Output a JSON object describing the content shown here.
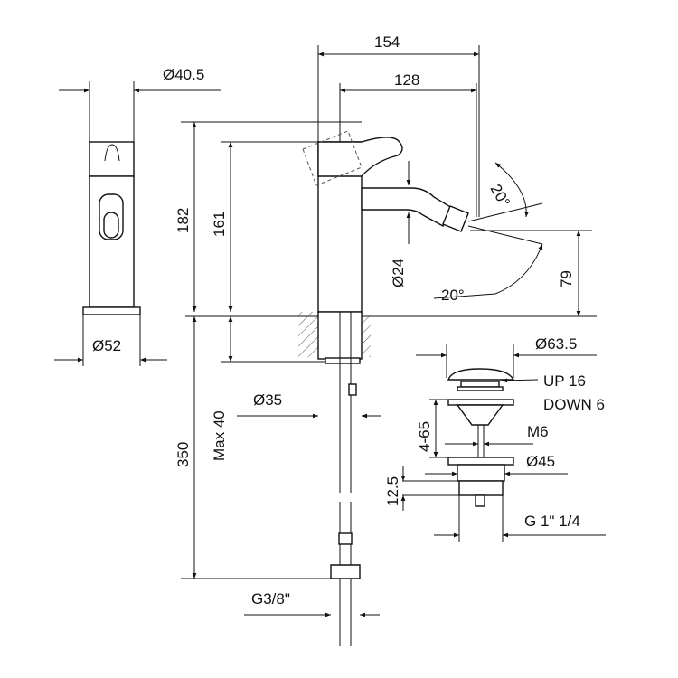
{
  "title": "Bidet mixer technical drawing",
  "dimensions": {
    "width_total": "154",
    "spout_reach": "128",
    "handle_diameter": "Ø40.5",
    "height_total": "182",
    "spout_height": "161",
    "spout_diameter": "Ø24",
    "angle_lower": "20°",
    "angle_upper": "20°",
    "outlet_height": "79",
    "base_diameter": "Ø52",
    "hose_length": "350",
    "max_deck": "Max 40",
    "hole_diameter": "Ø35",
    "connection": "G3/8\""
  },
  "waste": {
    "cap_diameter": "Ø63.5",
    "stroke_up": "UP 16",
    "stroke_down": "DOWN 6",
    "range": "4-65",
    "thread": "M6",
    "body_diameter": "Ø45",
    "flange_height": "12.5",
    "outlet_thread": "G 1\" 1/4"
  }
}
